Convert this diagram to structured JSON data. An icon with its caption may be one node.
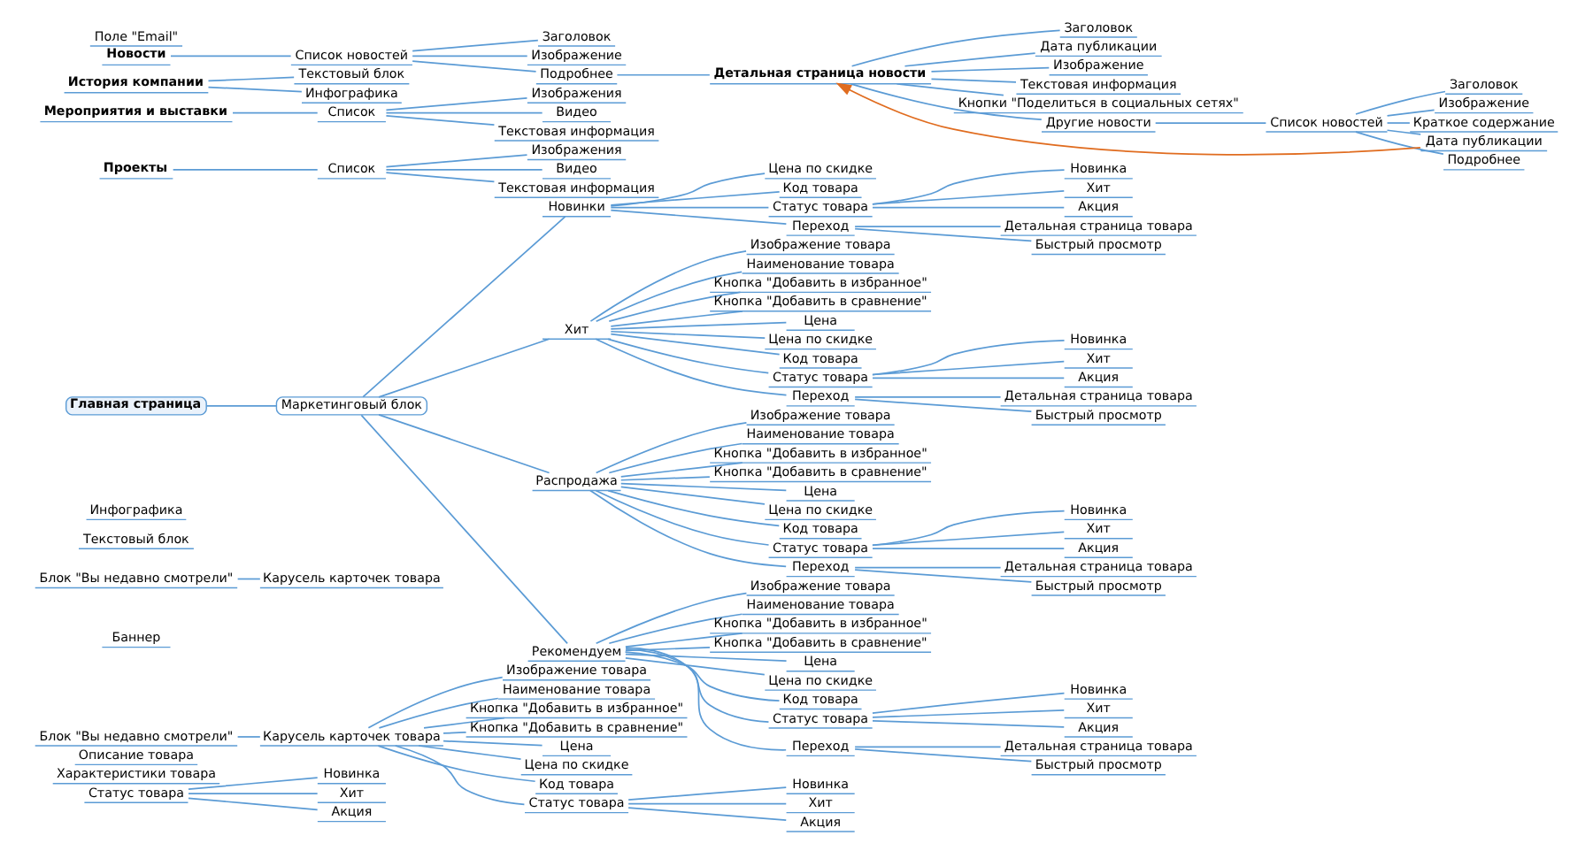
{
  "diagram": {
    "nodes": [
      {
        "text": [
          "Статус товара"
        ]
      },
      {
        "text": [
          "Новинка"
        ]
      },
      {
        "text": [
          "Хит"
        ]
      },
      {
        "text": [
          "Акция"
        ]
      },
      {
        "text": [
          "Характеристики товара"
        ]
      },
      {
        "text": [
          "Описание товара"
        ]
      },
      {
        "text": [
          "Блок \"Вы недавно смотрели\""
        ]
      },
      {
        "text": [
          "Карусель карточек товара"
        ]
      },
      {
        "text": [
          "Изображение товара"
        ]
      },
      {
        "text": [
          "Наименование товара"
        ]
      },
      {
        "text": [
          "Кнопка \"Добавить в избранное\""
        ]
      },
      {
        "text": [
          "Кнопка \"Добавить в сравнение\""
        ]
      },
      {
        "text": [
          "Цена"
        ]
      },
      {
        "text": [
          "Цена по скидке"
        ]
      },
      {
        "text": [
          "Код товара"
        ]
      },
      {
        "text": [
          "Статус товара"
        ]
      },
      {
        "text": [
          "Новинка"
        ]
      },
      {
        "text": [
          "Хит"
        ]
      },
      {
        "text": [
          "Акция"
        ]
      },
      {
        "text": [
          "Баннер"
        ]
      },
      {
        "text": [
          "Блок \"Вы недавно смотрели\""
        ]
      },
      {
        "text": [
          "Карусель карточек товара"
        ]
      },
      {
        "text": [
          "Текстовый блок"
        ]
      },
      {
        "text": [
          "Инфографика"
        ]
      },
      {
        "text": [
          "Главная страница"
        ]
      },
      {
        "text": [
          "Проекты"
        ]
      },
      {
        "text": [
          "Список"
        ]
      },
      {
        "text": [
          "Изображения"
        ]
      },
      {
        "text": [
          "Видео"
        ]
      },
      {
        "text": [
          "Текстовая информация"
        ]
      },
      {
        "text": [
          "Мероприятия и выставки"
        ]
      },
      {
        "text": [
          "Список"
        ]
      },
      {
        "text": [
          "Изображения"
        ]
      },
      {
        "text": [
          "Видео"
        ]
      },
      {
        "text": [
          "Текстовая информация"
        ]
      },
      {
        "text": [
          "История компании"
        ]
      },
      {
        "text": [
          "Текстовый блок"
        ]
      },
      {
        "text": [
          "Инфографика"
        ]
      },
      {
        "text": [
          "Новости"
        ]
      },
      {
        "text": [
          "Список новостей"
        ]
      },
      {
        "text": [
          "Заголовок"
        ]
      },
      {
        "text": [
          "Изображение"
        ]
      },
      {
        "text": [
          "Подробнее"
        ]
      },
      {
        "text": [
          "Детальная страница новости"
        ]
      },
      {
        "text": [
          "Заголовок"
        ]
      },
      {
        "text": [
          "Дата публикации"
        ]
      },
      {
        "text": [
          "Изображение"
        ]
      },
      {
        "text": [
          "Текстовая информация"
        ]
      },
      {
        "text": [
          "Кнопки \"Поделиться в социальных сетях\""
        ]
      },
      {
        "text": [
          "Другие новости"
        ]
      },
      {
        "text": [
          "Список новостей"
        ]
      },
      {
        "text": [
          "Заголовок"
        ]
      },
      {
        "text": [
          "Изображение"
        ]
      },
      {
        "text": [
          "Краткое содержание"
        ]
      },
      {
        "text": [
          "Дата публикации"
        ]
      },
      {
        "text": [
          "Подробнее"
        ]
      },
      {
        "text": [
          "Поле \"Email\""
        ]
      },
      {
        "text": [
          "Маркетинговый блок"
        ]
      },
      {
        "text": [
          "Новинки"
        ]
      },
      {
        "text": [
          "Цена по скидке"
        ]
      },
      {
        "text": [
          "Код товара"
        ]
      },
      {
        "text": [
          "Статус товара"
        ]
      },
      {
        "text": [
          "Новинка"
        ]
      },
      {
        "text": [
          "Хит"
        ]
      },
      {
        "text": [
          "Акция"
        ]
      },
      {
        "text": [
          "Переход"
        ]
      },
      {
        "text": [
          "Детальная страница товара"
        ]
      },
      {
        "text": [
          "Быстрый просмотр"
        ]
      },
      {
        "text": [
          "Хит"
        ]
      },
      {
        "text": [
          "Изображение товара"
        ]
      },
      {
        "text": [
          "Наименование товара"
        ]
      },
      {
        "text": [
          "Кнопка \"Добавить в избранное\""
        ]
      },
      {
        "text": [
          "Кнопка \"Добавить в сравнение\""
        ]
      },
      {
        "text": [
          "Цена"
        ]
      },
      {
        "text": [
          "Цена по скидке"
        ]
      },
      {
        "text": [
          "Код товара"
        ]
      },
      {
        "text": [
          "Статус товара"
        ]
      },
      {
        "text": [
          "Новинка"
        ]
      },
      {
        "text": [
          "Хит"
        ]
      },
      {
        "text": [
          "Акция"
        ]
      },
      {
        "text": [
          "Переход"
        ]
      },
      {
        "text": [
          "Детальная страница товара"
        ]
      },
      {
        "text": [
          "Быстрый просмотр"
        ]
      },
      {
        "text": [
          "Распродажа"
        ]
      },
      {
        "text": [
          "Изображение товара"
        ]
      },
      {
        "text": [
          "Наименование товара"
        ]
      },
      {
        "text": [
          "Кнопка \"Добавить в избранное\""
        ]
      },
      {
        "text": [
          "Кнопка \"Добавить в сравнение\""
        ]
      },
      {
        "text": [
          "Цена"
        ]
      },
      {
        "text": [
          "Цена по скидке"
        ]
      },
      {
        "text": [
          "Код товара"
        ]
      },
      {
        "text": [
          "Статус товара"
        ]
      },
      {
        "text": [
          "Новинка"
        ]
      },
      {
        "text": [
          "Хит"
        ]
      },
      {
        "text": [
          "Акция"
        ]
      },
      {
        "text": [
          "Переход"
        ]
      },
      {
        "text": [
          "Детальная страница товара"
        ]
      },
      {
        "text": [
          "Быстрый просмотр"
        ]
      },
      {
        "text": [
          "Рекомендуем"
        ]
      },
      {
        "text": [
          "Изображение товара"
        ]
      },
      {
        "text": [
          "Наименование товара"
        ]
      },
      {
        "text": [
          "Кнопка \"Добавить в избранное\""
        ]
      },
      {
        "text": [
          "Кнопка \"Добавить в сравнение\""
        ]
      },
      {
        "text": [
          "Цена"
        ]
      },
      {
        "text": [
          "Цена по скидке"
        ]
      },
      {
        "text": [
          "Код товара"
        ]
      },
      {
        "text": [
          "Статус товара"
        ]
      },
      {
        "text": [
          "Новинка"
        ]
      },
      {
        "text": [
          "Хит"
        ]
      },
      {
        "text": [
          "Акция"
        ]
      },
      {
        "text": [
          "Переход"
        ]
      },
      {
        "text": [
          "Детальная страница товара"
        ]
      },
      {
        "text": [
          "Быстрый просмотр"
        ]
      }
    ],
    "edges": [
      {
        "from": 0,
        "to": 1,
        "arrow": "none"
      },
      {
        "from": 0,
        "to": 2,
        "arrow": "none"
      },
      {
        "from": 0,
        "to": 3,
        "arrow": "none"
      },
      {
        "from": 6,
        "to": 7,
        "arrow": "none"
      },
      {
        "from": 7,
        "to": 8,
        "arrow": "none"
      },
      {
        "from": 7,
        "to": 9,
        "arrow": "none"
      },
      {
        "from": 7,
        "to": 10,
        "arrow": "none"
      },
      {
        "from": 7,
        "to": 11,
        "arrow": "none"
      },
      {
        "from": 7,
        "to": 12,
        "arrow": "none"
      },
      {
        "from": 7,
        "to": 13,
        "arrow": "none"
      },
      {
        "from": 7,
        "to": 14,
        "arrow": "none"
      },
      {
        "from": 7,
        "to": 15,
        "arrow": "none"
      },
      {
        "from": 15,
        "to": 16,
        "arrow": "none"
      },
      {
        "from": 15,
        "to": 17,
        "arrow": "none"
      },
      {
        "from": 15,
        "to": 18,
        "arrow": "none"
      },
      {
        "from": 20,
        "to": 21,
        "arrow": "none"
      },
      {
        "from": 25,
        "to": 26,
        "arrow": "none"
      },
      {
        "from": 26,
        "to": 27,
        "arrow": "none"
      },
      {
        "from": 26,
        "to": 28,
        "arrow": "none"
      },
      {
        "from": 26,
        "to": 29,
        "arrow": "none"
      },
      {
        "from": 30,
        "to": 31,
        "arrow": "none"
      },
      {
        "from": 31,
        "to": 32,
        "arrow": "none"
      },
      {
        "from": 31,
        "to": 33,
        "arrow": "none"
      },
      {
        "from": 31,
        "to": 34,
        "arrow": "none"
      },
      {
        "from": 35,
        "to": 36,
        "arrow": "none"
      },
      {
        "from": 35,
        "to": 37,
        "arrow": "none"
      },
      {
        "from": 38,
        "to": 39,
        "arrow": "none"
      },
      {
        "from": 39,
        "to": 40,
        "arrow": "none"
      },
      {
        "from": 39,
        "to": 41,
        "arrow": "none"
      },
      {
        "from": 39,
        "to": 42,
        "arrow": "none"
      },
      {
        "from": 42,
        "to": 43,
        "arrow": "none"
      },
      {
        "from": 43,
        "to": 44,
        "arrow": "none"
      },
      {
        "from": 43,
        "to": 45,
        "arrow": "none"
      },
      {
        "from": 43,
        "to": 46,
        "arrow": "none"
      },
      {
        "from": 43,
        "to": 47,
        "arrow": "none"
      },
      {
        "from": 43,
        "to": 48,
        "arrow": "none"
      },
      {
        "from": 43,
        "to": 49,
        "arrow": "none"
      },
      {
        "from": 49,
        "to": 50,
        "arrow": "none"
      },
      {
        "from": 50,
        "to": 51,
        "arrow": "none"
      },
      {
        "from": 50,
        "to": 52,
        "arrow": "none"
      },
      {
        "from": 50,
        "to": 53,
        "arrow": "none"
      },
      {
        "from": 50,
        "to": 54,
        "arrow": "none"
      },
      {
        "from": 50,
        "to": 55,
        "arrow": "none"
      },
      {
        "from": 54,
        "to": 43,
        "arrow": "to",
        "color": "#e06c1f"
      },
      {
        "from": 24,
        "to": 57,
        "arrow": "none"
      },
      {
        "from": 57,
        "to": 58,
        "arrow": "none"
      },
      {
        "from": 58,
        "to": 59,
        "arrow": "none"
      },
      {
        "from": 58,
        "to": 60,
        "arrow": "none"
      },
      {
        "from": 58,
        "to": 61,
        "arrow": "none"
      },
      {
        "from": 58,
        "to": 65,
        "arrow": "none"
      },
      {
        "from": 61,
        "to": 62,
        "arrow": "none"
      },
      {
        "from": 61,
        "to": 63,
        "arrow": "none"
      },
      {
        "from": 61,
        "to": 64,
        "arrow": "none"
      },
      {
        "from": 65,
        "to": 66,
        "arrow": "none"
      },
      {
        "from": 65,
        "to": 67,
        "arrow": "none"
      },
      {
        "from": 57,
        "to": 68,
        "arrow": "none"
      },
      {
        "from": 68,
        "to": 69,
        "arrow": "none"
      },
      {
        "from": 68,
        "to": 70,
        "arrow": "none"
      },
      {
        "from": 68,
        "to": 71,
        "arrow": "none"
      },
      {
        "from": 68,
        "to": 72,
        "arrow": "none"
      },
      {
        "from": 68,
        "to": 73,
        "arrow": "none"
      },
      {
        "from": 68,
        "to": 74,
        "arrow": "none"
      },
      {
        "from": 68,
        "to": 75,
        "arrow": "none"
      },
      {
        "from": 68,
        "to": 76,
        "arrow": "none"
      },
      {
        "from": 68,
        "to": 80,
        "arrow": "none"
      },
      {
        "from": 76,
        "to": 77,
        "arrow": "none"
      },
      {
        "from": 76,
        "to": 78,
        "arrow": "none"
      },
      {
        "from": 76,
        "to": 79,
        "arrow": "none"
      },
      {
        "from": 80,
        "to": 81,
        "arrow": "none"
      },
      {
        "from": 80,
        "to": 82,
        "arrow": "none"
      },
      {
        "from": 57,
        "to": 83,
        "arrow": "none"
      },
      {
        "from": 83,
        "to": 84,
        "arrow": "none"
      },
      {
        "from": 83,
        "to": 85,
        "arrow": "none"
      },
      {
        "from": 83,
        "to": 86,
        "arrow": "none"
      },
      {
        "from": 83,
        "to": 87,
        "arrow": "none"
      },
      {
        "from": 83,
        "to": 88,
        "arrow": "none"
      },
      {
        "from": 83,
        "to": 89,
        "arrow": "none"
      },
      {
        "from": 83,
        "to": 90,
        "arrow": "none"
      },
      {
        "from": 83,
        "to": 91,
        "arrow": "none"
      },
      {
        "from": 83,
        "to": 95,
        "arrow": "none"
      },
      {
        "from": 91,
        "to": 92,
        "arrow": "none"
      },
      {
        "from": 91,
        "to": 93,
        "arrow": "none"
      },
      {
        "from": 91,
        "to": 94,
        "arrow": "none"
      },
      {
        "from": 95,
        "to": 96,
        "arrow": "none"
      },
      {
        "from": 95,
        "to": 97,
        "arrow": "none"
      },
      {
        "from": 57,
        "to": 98,
        "arrow": "none"
      },
      {
        "from": 98,
        "to": 99,
        "arrow": "none"
      },
      {
        "from": 98,
        "to": 100,
        "arrow": "none"
      },
      {
        "from": 98,
        "to": 101,
        "arrow": "none"
      },
      {
        "from": 98,
        "to": 102,
        "arrow": "none"
      },
      {
        "from": 98,
        "to": 103,
        "arrow": "none"
      },
      {
        "from": 98,
        "to": 104,
        "arrow": "none"
      },
      {
        "from": 98,
        "to": 105,
        "arrow": "none"
      },
      {
        "from": 98,
        "to": 106,
        "arrow": "none"
      },
      {
        "from": 98,
        "to": 110,
        "arrow": "none"
      },
      {
        "from": 106,
        "to": 107,
        "arrow": "none"
      },
      {
        "from": 106,
        "to": 108,
        "arrow": "none"
      },
      {
        "from": 106,
        "to": 109,
        "arrow": "none"
      },
      {
        "from": 110,
        "to": 111,
        "arrow": "none"
      },
      {
        "from": 110,
        "to": 112,
        "arrow": "none"
      }
    ]
  }
}
